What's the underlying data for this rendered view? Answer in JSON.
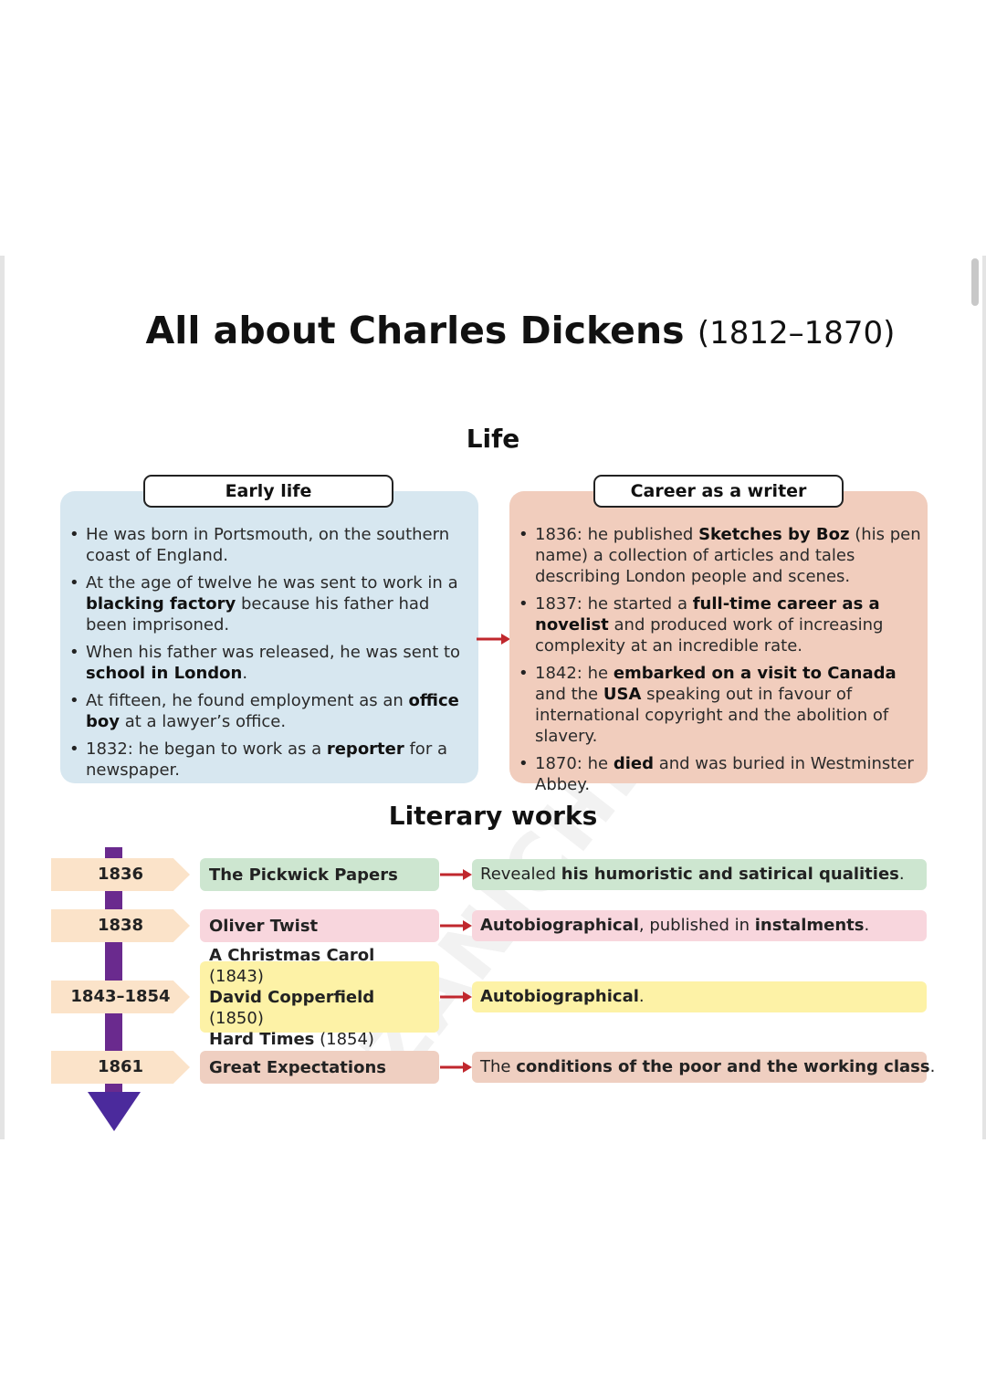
{
  "page": {
    "title": "All about Charles Dickens",
    "years": "(1812–1870)",
    "watermark": "ZANICHELLI"
  },
  "life": {
    "heading": "Life",
    "early": {
      "label": "Early life",
      "items": [
        [
          {
            "t": "He was born in Portsmouth, on the southern coast of England.",
            "b": false
          }
        ],
        [
          {
            "t": "At the age of twelve he was sent to work in a ",
            "b": false
          },
          {
            "t": "blacking factory",
            "b": true
          },
          {
            "t": " because his father had been imprisoned.",
            "b": false
          }
        ],
        [
          {
            "t": "When his father was released, he was sent to ",
            "b": false
          },
          {
            "t": "school in London",
            "b": true
          },
          {
            "t": ".",
            "b": false
          }
        ],
        [
          {
            "t": "At fifteen, he found employment as an ",
            "b": false
          },
          {
            "t": "office boy",
            "b": true
          },
          {
            "t": " at a lawyer’s office.",
            "b": false
          }
        ],
        [
          {
            "t": "1832: he began to work as a ",
            "b": false
          },
          {
            "t": "reporter",
            "b": true
          },
          {
            "t": " for a newspaper.",
            "b": false
          }
        ]
      ]
    },
    "career": {
      "label": "Career as a writer",
      "items": [
        [
          {
            "t": "1836: he published ",
            "b": false
          },
          {
            "t": "Sketches by Boz",
            "b": true
          },
          {
            "t": " (his pen name) a collection of articles and tales describing London people and scenes.",
            "b": false
          }
        ],
        [
          {
            "t": "1837: he started a ",
            "b": false
          },
          {
            "t": "full-time career as a novelist",
            "b": true
          },
          {
            "t": " and produced work of increasing complexity at an incredible rate.",
            "b": false
          }
        ],
        [
          {
            "t": "1842: he ",
            "b": false
          },
          {
            "t": "embarked on a visit to Canada",
            "b": true
          },
          {
            "t": " and the ",
            "b": false
          },
          {
            "t": "USA",
            "b": true
          },
          {
            "t": " speaking out in favour of international copyright and the abolition of slavery.",
            "b": false
          }
        ],
        [
          {
            "t": "1870: he ",
            "b": false
          },
          {
            "t": "died",
            "b": true
          },
          {
            "t": " and was buried in Westminster Abbey.",
            "b": false
          }
        ]
      ]
    }
  },
  "works": {
    "heading": "Literary works",
    "rows": [
      {
        "year": "1836",
        "color": "#cde6d0",
        "titles": [
          [
            {
              "t": "The Pickwick Papers",
              "b": true
            }
          ]
        ],
        "desc": [
          {
            "t": "Revealed ",
            "b": false
          },
          {
            "t": "his humoristic and satirical qualities",
            "b": true
          },
          {
            "t": ".",
            "b": false
          }
        ]
      },
      {
        "year": "1838",
        "color": "#f8d6dd",
        "titles": [
          [
            {
              "t": "Oliver Twist",
              "b": true
            }
          ]
        ],
        "desc": [
          {
            "t": "Autobiographical",
            "b": true
          },
          {
            "t": ", published in ",
            "b": false
          },
          {
            "t": "instalments",
            "b": true
          },
          {
            "t": ".",
            "b": false
          }
        ]
      },
      {
        "year": "1843–1854",
        "color": "#fdf2a6",
        "titles": [
          [
            {
              "t": "A Christmas Carol",
              "b": true
            },
            {
              "t": " (1843)",
              "b": false
            }
          ],
          [
            {
              "t": "David Copperfield",
              "b": true
            },
            {
              "t": " (1850)",
              "b": false
            }
          ],
          [
            {
              "t": "Hard Times",
              "b": true
            },
            {
              "t": " (1854)",
              "b": false
            }
          ]
        ],
        "desc": [
          {
            "t": "Autobiographical",
            "b": true
          },
          {
            "t": ".",
            "b": false
          }
        ]
      },
      {
        "year": "1861",
        "color": "#efcfc1",
        "titles": [
          [
            {
              "t": "Great Expectations",
              "b": true
            }
          ]
        ],
        "desc": [
          {
            "t": "The ",
            "b": false
          },
          {
            "t": "conditions of the poor and the working class",
            "b": true
          },
          {
            "t": ".",
            "b": false
          }
        ]
      }
    ]
  },
  "colors": {
    "arrow": "#c0272d",
    "timeline": "#6a2a8e",
    "timeline_head": "#4b2a9c"
  }
}
